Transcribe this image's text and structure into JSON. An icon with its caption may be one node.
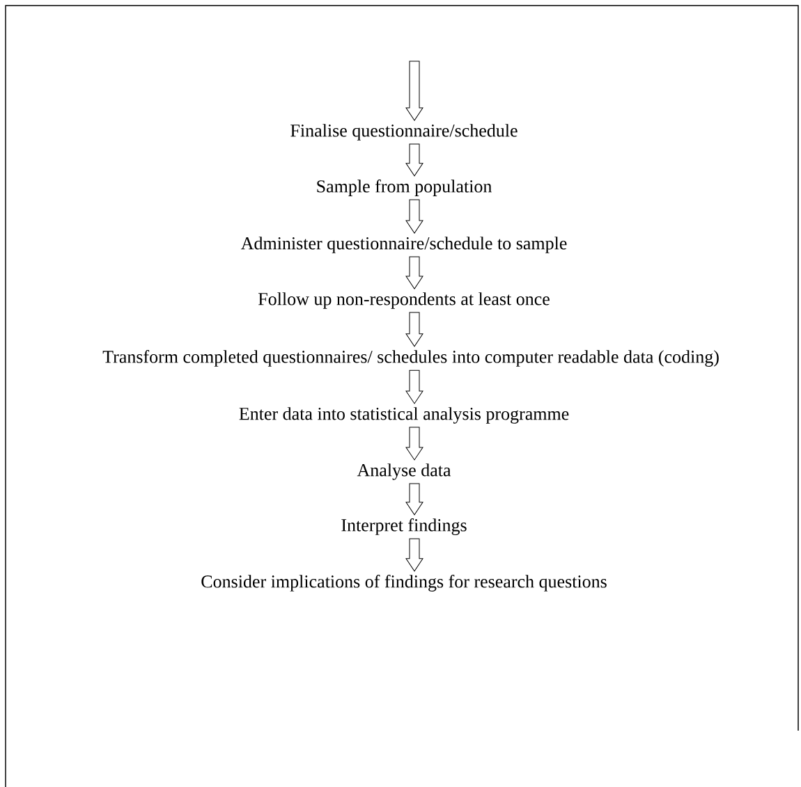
{
  "diagram": {
    "nodes": [
      {
        "text": [
          "Finalise questionnaire/schedule"
        ]
      },
      {
        "text": [
          "Sample from population"
        ]
      },
      {
        "text": [
          "Administer questionnaire/schedule to sample"
        ]
      },
      {
        "text": [
          "Follow up non-respondents at least once"
        ]
      },
      {
        "text": [
          "Transform completed questionnaires/ schedules into computer readable data (coding)"
        ]
      },
      {
        "text": [
          "Enter data into statistical analysis programme"
        ]
      },
      {
        "text": [
          "Analyse data"
        ]
      },
      {
        "text": [
          "Interpret findings"
        ]
      },
      {
        "text": [
          "Consider implications of findings for research questions"
        ]
      }
    ],
    "edges": [
      {
        "from": null,
        "to": 0,
        "arrow": "to"
      },
      {
        "from": 0,
        "to": 1,
        "arrow": "to"
      },
      {
        "from": 1,
        "to": 2,
        "arrow": "to"
      },
      {
        "from": 2,
        "to": 3,
        "arrow": "to"
      },
      {
        "from": 3,
        "to": 4,
        "arrow": "to"
      },
      {
        "from": 4,
        "to": 5,
        "arrow": "to"
      },
      {
        "from": 5,
        "to": 6,
        "arrow": "to"
      },
      {
        "from": 6,
        "to": 7,
        "arrow": "to"
      },
      {
        "from": 7,
        "to": 8,
        "arrow": "to"
      }
    ]
  }
}
